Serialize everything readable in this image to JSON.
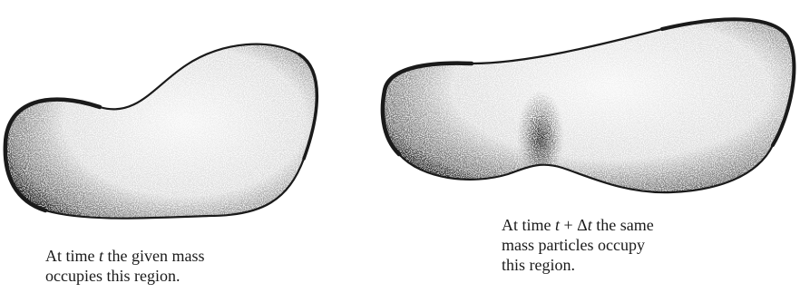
{
  "captions": {
    "left": {
      "line1_pre": "At time ",
      "line1_var": "t",
      "line1_post": " the given mass",
      "line2": "occupies this region."
    },
    "right": {
      "line1_pre": "At time ",
      "line1_var": "t",
      "line1_op": " + Δ",
      "line1_var2": "t",
      "line1_post": " the same",
      "line2": "mass particles occupy",
      "line3": "this region."
    }
  },
  "colors": {
    "ink": "#1a1a1a",
    "stipple": "#2a2a2a",
    "background": "#ffffff"
  }
}
